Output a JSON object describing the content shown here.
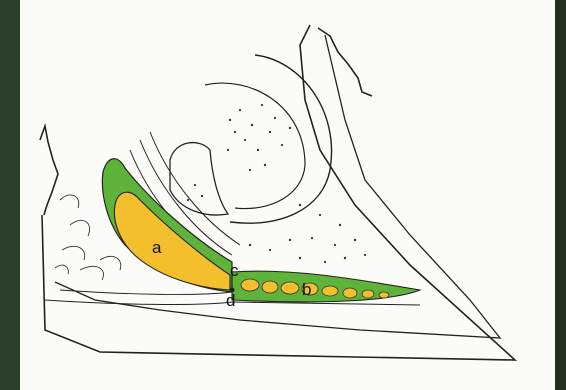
{
  "diagram": {
    "labels": {
      "a": "a",
      "b": "b",
      "c": "c",
      "d": "d"
    },
    "colors": {
      "background": "#fbfbf7",
      "frame_left": "#2c3d2c",
      "frame_right": "#23301f",
      "ink": "#222222",
      "green_tissue": "#5fb33a",
      "yellow_fat": "#f3bf2d"
    }
  }
}
